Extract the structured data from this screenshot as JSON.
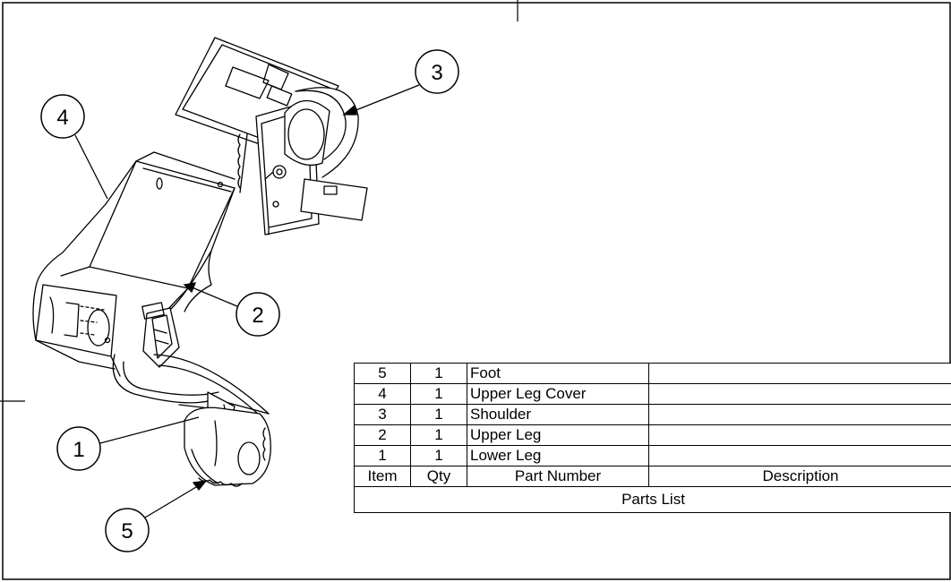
{
  "balloons": [
    {
      "id": "1",
      "label": "1"
    },
    {
      "id": "2",
      "label": "2"
    },
    {
      "id": "3",
      "label": "3"
    },
    {
      "id": "4",
      "label": "4"
    },
    {
      "id": "5",
      "label": "5"
    }
  ],
  "parts_list": {
    "title": "Parts List",
    "headers": {
      "item": "Item",
      "qty": "Qty",
      "part_number": "Part Number",
      "description": "Description"
    },
    "rows": [
      {
        "item": "5",
        "qty": "1",
        "part_number": "Foot",
        "description": ""
      },
      {
        "item": "4",
        "qty": "1",
        "part_number": "Upper Leg Cover",
        "description": ""
      },
      {
        "item": "3",
        "qty": "1",
        "part_number": "Shoulder",
        "description": ""
      },
      {
        "item": "2",
        "qty": "1",
        "part_number": "Upper Leg",
        "description": ""
      },
      {
        "item": "1",
        "qty": "1",
        "part_number": "Lower Leg",
        "description": ""
      }
    ]
  }
}
